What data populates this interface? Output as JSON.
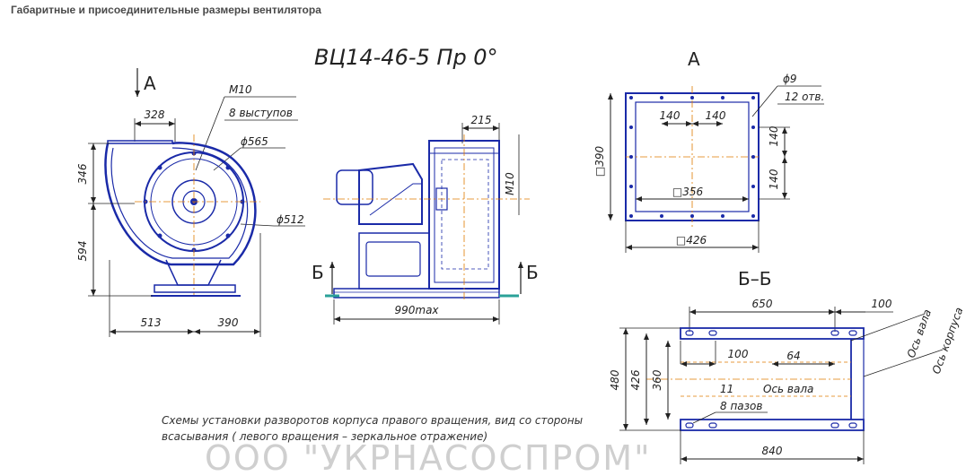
{
  "header": {
    "title": "Габаритные и присоединительные размеры вентилятора"
  },
  "drawing": {
    "model_title": "ВЦ14-46-5 Пр 0°",
    "front_view": {
      "arrow_label": "A",
      "dim_328": "328",
      "thread": "M10",
      "bosses": "8 выступов",
      "d565": "ϕ565",
      "d512": "ϕ512",
      "h346": "346",
      "h594": "594",
      "w513": "513",
      "w390": "390"
    },
    "side_view": {
      "dim_215": "215",
      "thread": "M10",
      "width_max": "990max",
      "section_left": "Б",
      "section_right": "Б"
    },
    "flange_view": {
      "title": "A",
      "hole_d": "ϕ9",
      "holes": "12 отв.",
      "w140a": "140",
      "w140b": "140",
      "h140a": "140",
      "h140b": "140",
      "sq390": "□390",
      "sq356": "□356",
      "sq426": "□426"
    },
    "base_view": {
      "title": "Б–Б",
      "w650": "650",
      "w100a": "100",
      "w100b": "100",
      "w64": "64",
      "w840": "840",
      "h480": "480",
      "h426": "426",
      "h360": "360",
      "n11": "11",
      "slots": "8 пазов",
      "shaft_axis": "Ось вала",
      "shaft_axis_side": "Ось вала",
      "housing_axis": "Ось корпуса"
    },
    "note_line1": "Схемы установки разворотов корпуса правого вращения, вид со стороны",
    "note_line2": "всасывания ( левого вращения – зеркальное отражение)",
    "watermark": "ООО \"УКРНАСОСПРОМ\""
  }
}
